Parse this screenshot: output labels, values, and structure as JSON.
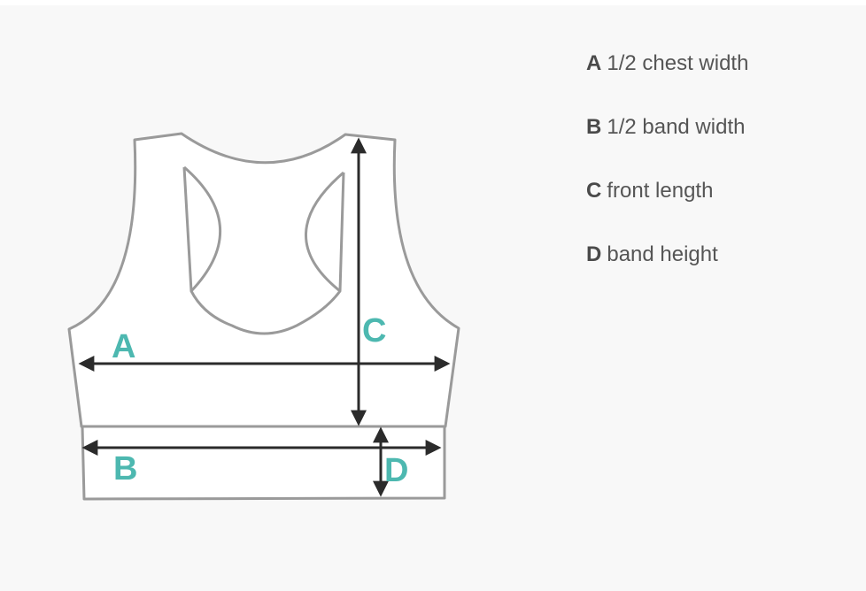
{
  "diagram": {
    "labels": {
      "a": "A",
      "b": "B",
      "c": "C",
      "d": "D"
    },
    "colors": {
      "outline": "#9a9a9a",
      "arrow": "#2b2b2b",
      "letter": "#4db8b0",
      "background": "#f8f8f8"
    }
  },
  "legend": [
    {
      "key": "A",
      "text": "1/2 chest width"
    },
    {
      "key": "B",
      "text": "1/2 band width"
    },
    {
      "key": "C",
      "text": "front length"
    },
    {
      "key": "D",
      "text": "band height"
    }
  ]
}
